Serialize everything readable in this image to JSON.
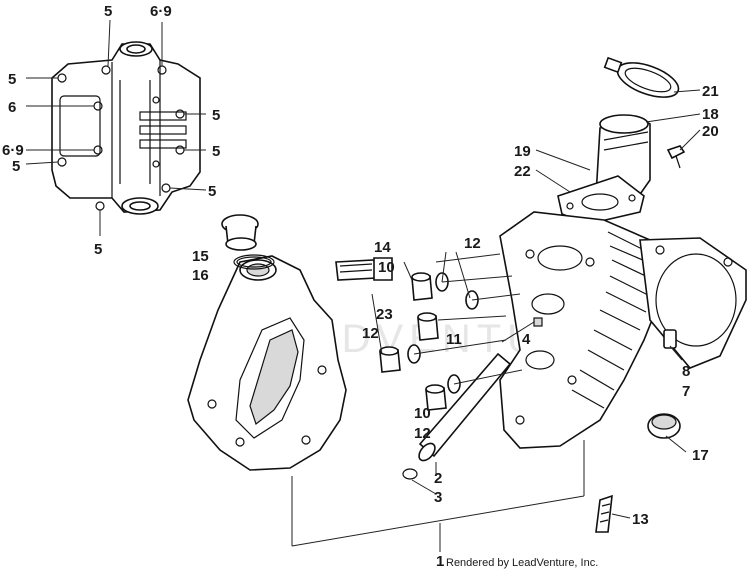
{
  "watermark": "LEADVENTURE",
  "credit": "Rendered by LeadVenture, Inc.",
  "callouts": [
    {
      "id": "c-5-a",
      "text": "5"
    },
    {
      "id": "c-69-a",
      "text": "6·9"
    },
    {
      "id": "c-5-b",
      "text": "5"
    },
    {
      "id": "c-6",
      "text": "6"
    },
    {
      "id": "c-5-c",
      "text": "5"
    },
    {
      "id": "c-69-b",
      "text": "6·9"
    },
    {
      "id": "c-5-d",
      "text": "5"
    },
    {
      "id": "c-5-e",
      "text": "5"
    },
    {
      "id": "c-5-f",
      "text": "5"
    },
    {
      "id": "c-5-g",
      "text": "5"
    },
    {
      "id": "c-21",
      "text": "21"
    },
    {
      "id": "c-18",
      "text": "18"
    },
    {
      "id": "c-20",
      "text": "20"
    },
    {
      "id": "c-19",
      "text": "19"
    },
    {
      "id": "c-22",
      "text": "22"
    },
    {
      "id": "c-14",
      "text": "14"
    },
    {
      "id": "c-10-a",
      "text": "10"
    },
    {
      "id": "c-12-a",
      "text": "12"
    },
    {
      "id": "c-15",
      "text": "15"
    },
    {
      "id": "c-16",
      "text": "16"
    },
    {
      "id": "c-23",
      "text": "23"
    },
    {
      "id": "c-12-b",
      "text": "12"
    },
    {
      "id": "c-11",
      "text": "11"
    },
    {
      "id": "c-4",
      "text": "4"
    },
    {
      "id": "c-8",
      "text": "8"
    },
    {
      "id": "c-7",
      "text": "7"
    },
    {
      "id": "c-10-b",
      "text": "10"
    },
    {
      "id": "c-12-c",
      "text": "12"
    },
    {
      "id": "c-17",
      "text": "17"
    },
    {
      "id": "c-2",
      "text": "2"
    },
    {
      "id": "c-3",
      "text": "3"
    },
    {
      "id": "c-13",
      "text": "13"
    },
    {
      "id": "c-1",
      "text": "1"
    }
  ]
}
